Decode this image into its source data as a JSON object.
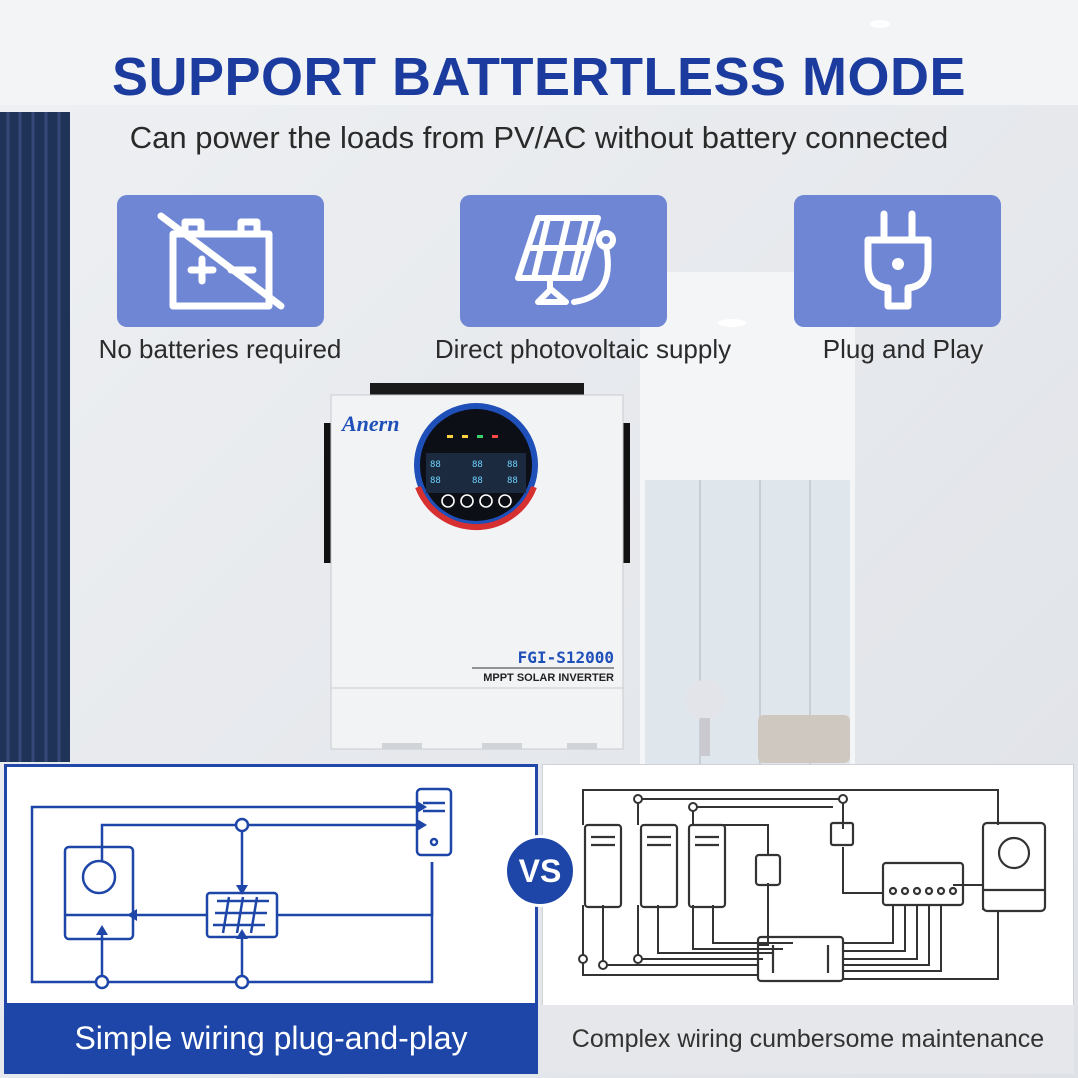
{
  "headline": "SUPPORT BATTERTLESS MODE",
  "subheadline": "Can power the loads from PV/AC without battery connected",
  "features": [
    {
      "label": "No batteries required",
      "icon": "no-battery-icon"
    },
    {
      "label": "Direct photovoltaic supply",
      "icon": "solar-panel-icon"
    },
    {
      "label": "Plug and Play",
      "icon": "plug-icon"
    }
  ],
  "inverter": {
    "brand": "Anern",
    "model": "FGI-S12000",
    "type": "MPPT SOLAR INVERTER"
  },
  "comparison": {
    "left_caption": "Simple wiring plug-and-play",
    "vs_label": "VS",
    "right_caption": "Complex wiring cumbersome maintenance"
  },
  "colors": {
    "headline": "#1b3b9e",
    "card": "#6e86d3",
    "accent": "#1e46a8"
  }
}
